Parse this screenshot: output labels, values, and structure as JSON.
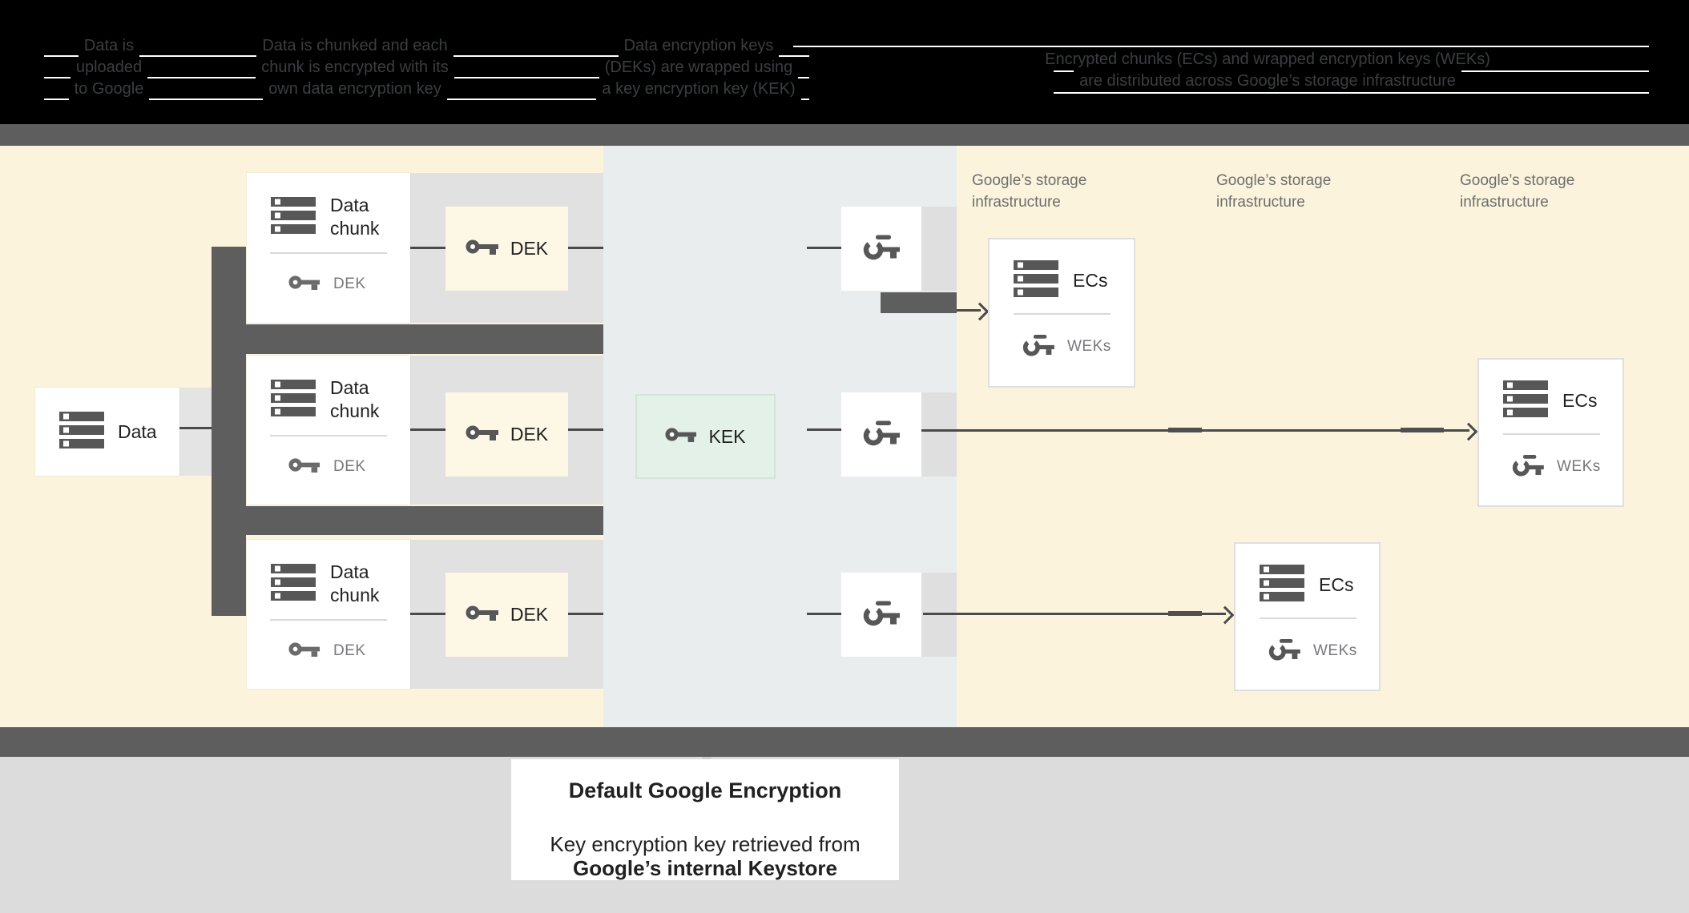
{
  "header": {
    "captions": [
      {
        "line1": "Data is",
        "line2": "uploaded",
        "line3": "to Google"
      },
      {
        "line1": "Data is chunked and each",
        "line2": "chunk is encrypted with its",
        "line3": "own data encryption key"
      },
      {
        "line1": "Data encryption keys",
        "line2": "(DEKs) are wrapped using",
        "line3": "a key encryption key (KEK)"
      },
      {
        "line1": "Encrypted chunks (ECs) and wrapped encryption keys (WEKs)",
        "line2": "are distributed across Google’s storage infrastructure"
      }
    ]
  },
  "diagram": {
    "data_box": {
      "label": "Data"
    },
    "chunk_cards": [
      {
        "title_line1": "Data",
        "title_line2": "chunk",
        "key_label": "DEK"
      },
      {
        "title_line1": "Data",
        "title_line2": "chunk",
        "key_label": "DEK"
      },
      {
        "title_line1": "Data",
        "title_line2": "chunk",
        "key_label": "DEK"
      }
    ],
    "dek_boxes": [
      {
        "label": "DEK"
      },
      {
        "label": "DEK"
      },
      {
        "label": "DEK"
      }
    ],
    "kek_box": {
      "label": "KEK"
    },
    "storage_labels": [
      {
        "line1": "Google’s storage",
        "line2": "infrastructure"
      },
      {
        "line1": "Google’s storage",
        "line2": "infrastructure"
      },
      {
        "line1": "Google’s storage",
        "line2": "infrastructure"
      }
    ],
    "ecs_cards": [
      {
        "title": "ECs",
        "key_label": "WEKs"
      },
      {
        "title": "ECs",
        "key_label": "WEKs"
      },
      {
        "title": "ECs",
        "key_label": "WEKs"
      }
    ]
  },
  "footer": {
    "title": "Default Google Encryption",
    "body_line1": "Key encryption key retrieved from",
    "body_line2": "Google’s internal Keystore"
  },
  "colors": {
    "header_bg": "#000000",
    "header_text": "#3b3e40",
    "rule_white": "#ffffff",
    "structure_dark_gray": "#5e5e5e",
    "diagram_cream": "#fbf3dc",
    "keystore_column": "#e9edee",
    "shadow_band_gray": "#e1e1e1",
    "dek_fill": "#fdf7e5",
    "kek_fill": "#e4f1e9",
    "kek_border": "#d5e4da",
    "card_white": "#ffffff",
    "text_dark": "#212121",
    "text_gray": "#757575",
    "connector_line": "#4a4a4a",
    "footer_background": "#dcdcdc"
  }
}
